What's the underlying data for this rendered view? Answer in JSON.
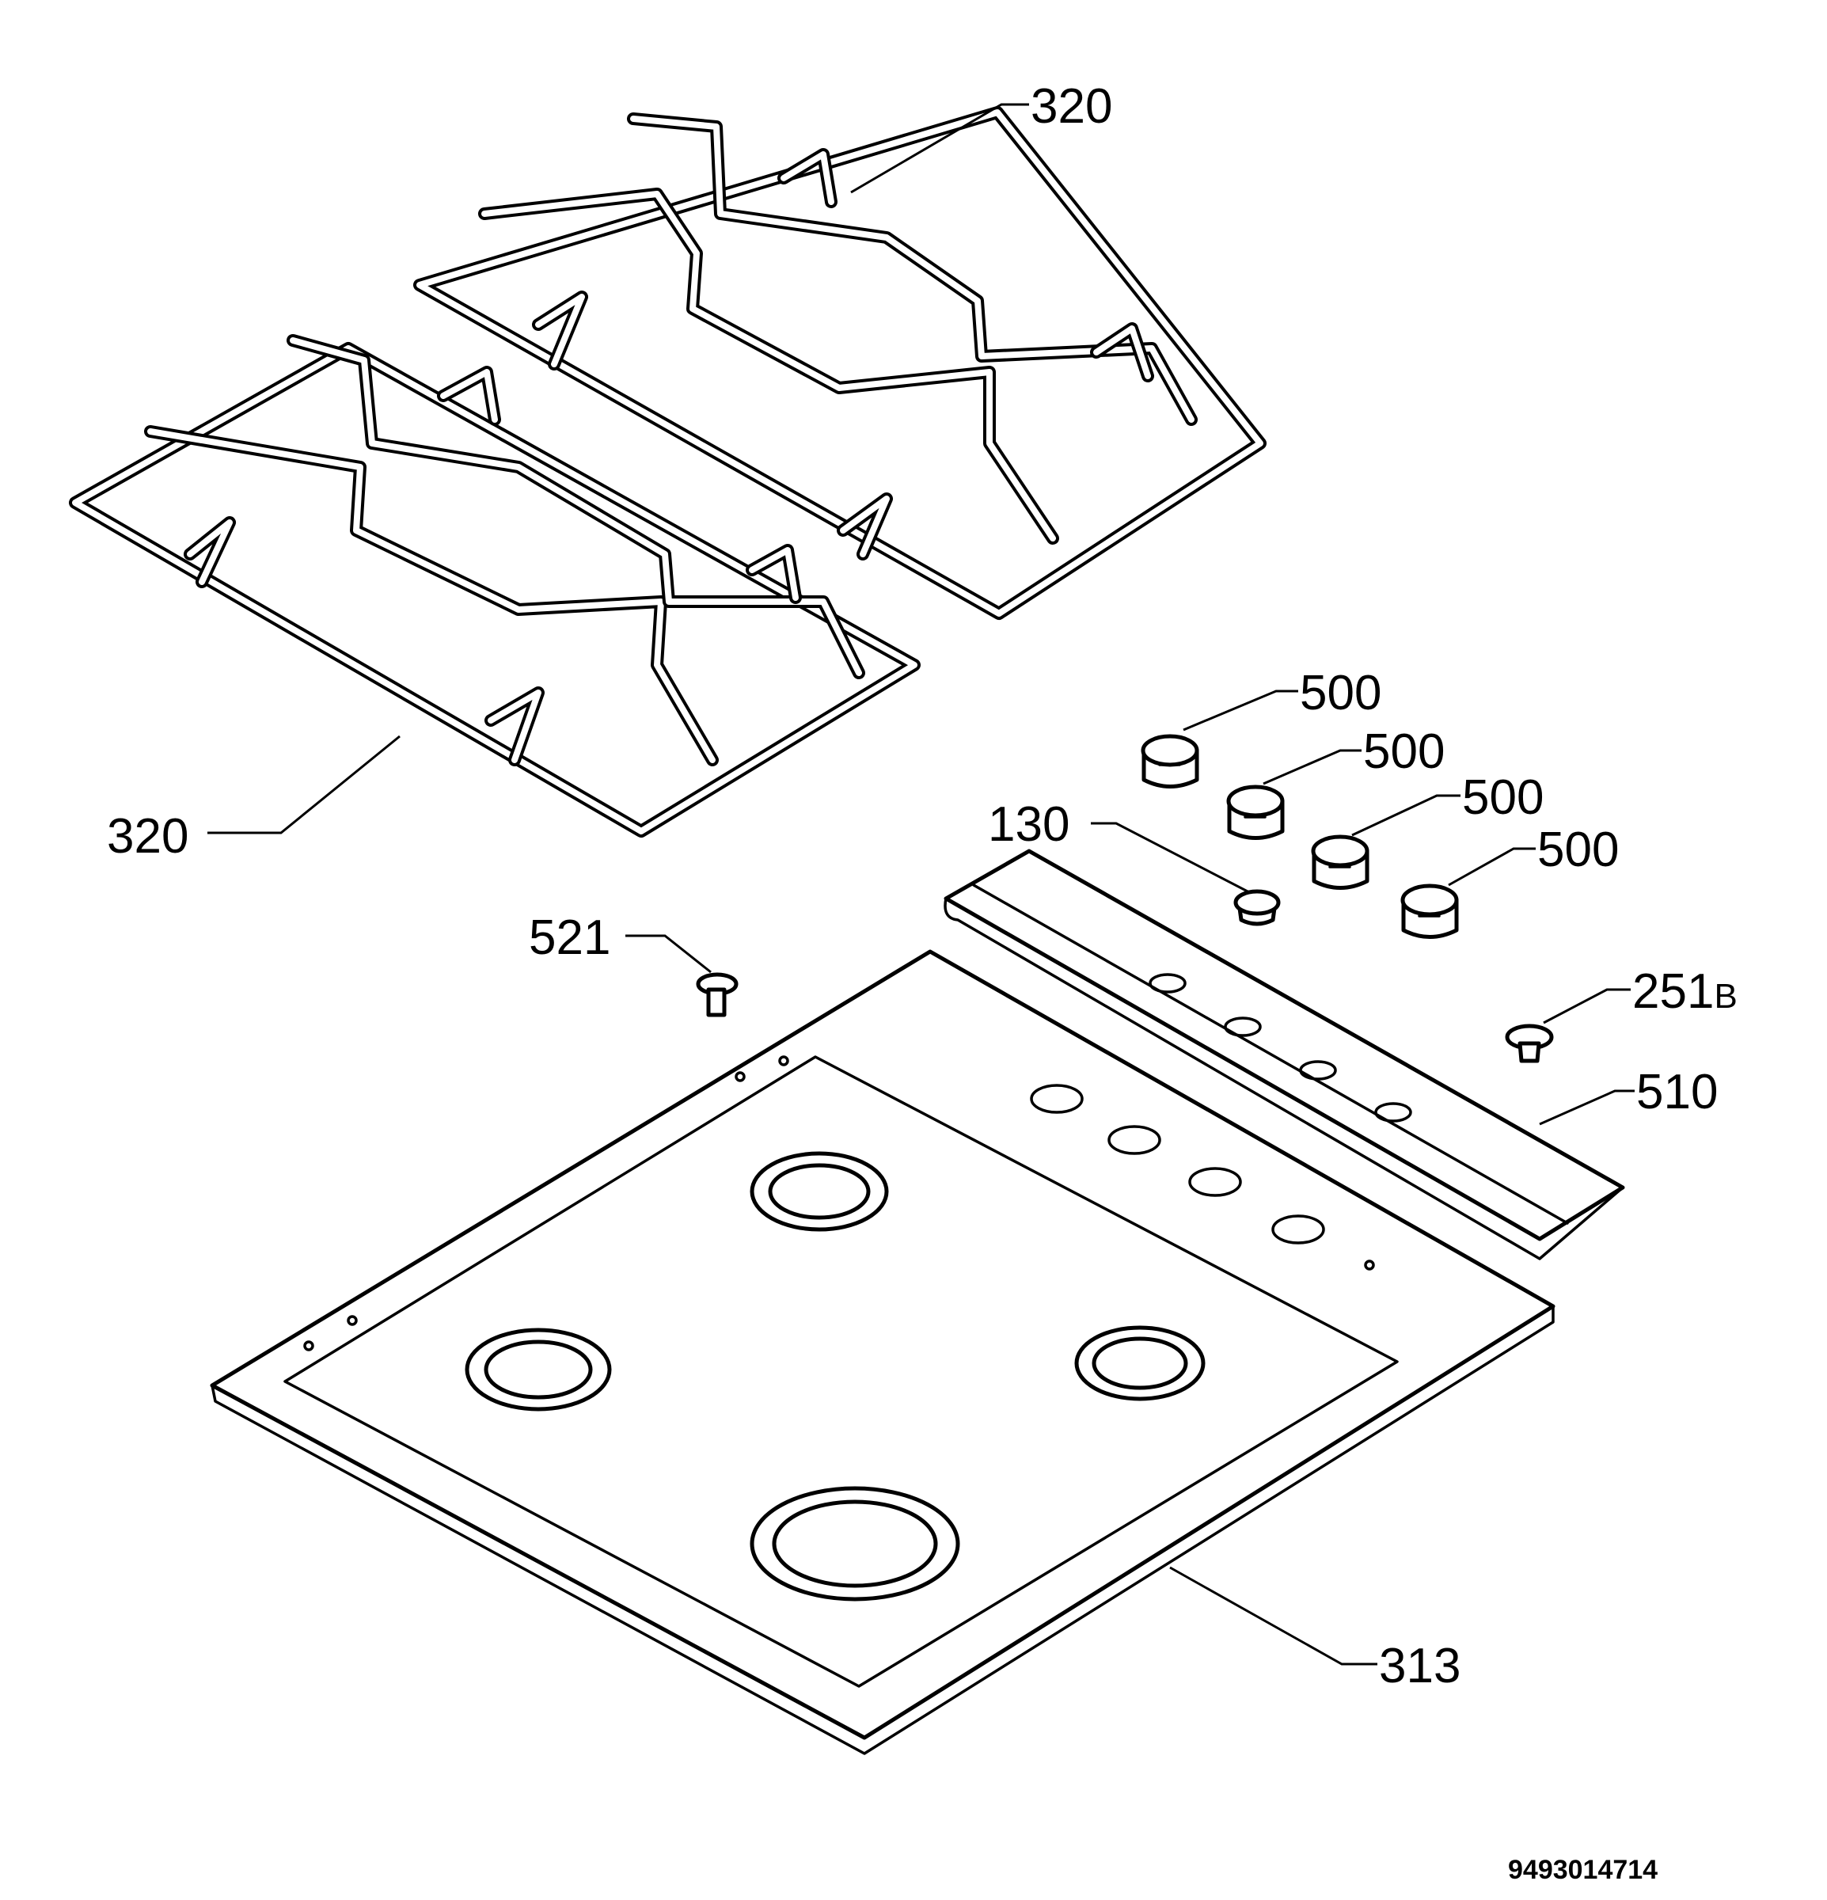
{
  "callouts": {
    "grid_top": "320",
    "grid_left": "320",
    "knob_1": "500",
    "knob_2": "500",
    "knob_3": "500",
    "knob_4": "500",
    "spark_button": "130",
    "screw": "521",
    "foot": "251",
    "foot_suffix": "B",
    "control_panel": "510",
    "hob_top": "313"
  },
  "document_number": "9493014714"
}
